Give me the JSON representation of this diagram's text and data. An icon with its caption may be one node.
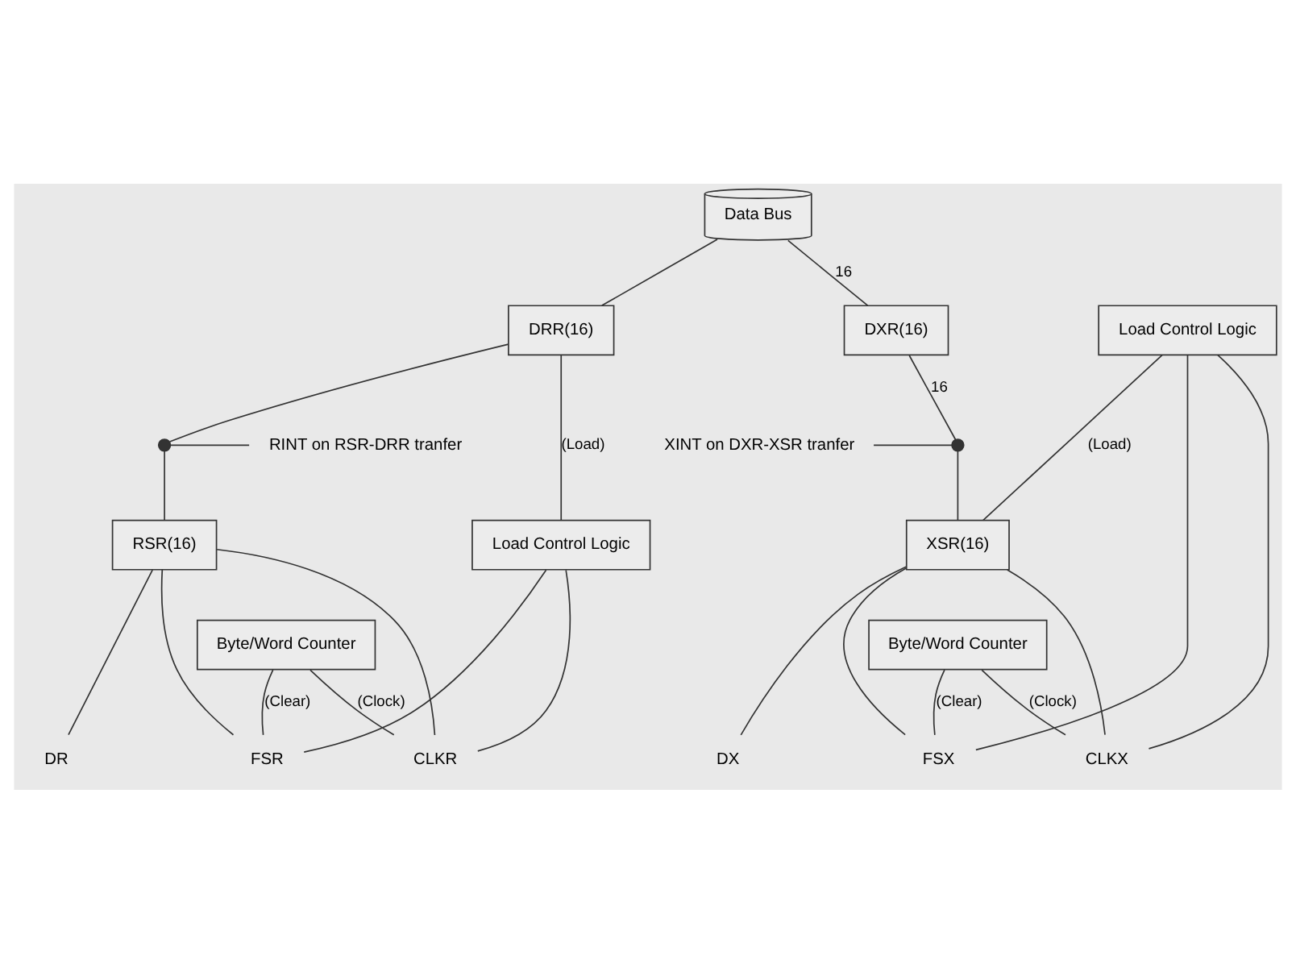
{
  "diagram": {
    "nodes": [
      {
        "text": [
          "Data Bus"
        ]
      },
      {
        "text": [
          "DRR(16)"
        ]
      },
      {
        "text": [
          "Load Control Logic"
        ]
      },
      {
        "text": [
          "DXR(16)"
        ]
      },
      {
        "text": [
          "RINT on RSR-DRR tranfer"
        ]
      },
      {
        "text": [],
        "shape": "circle"
      },
      {
        "text": [
          "Load Control Logic"
        ]
      },
      {
        "text": [
          "XINT on DXR-XSR tranfer"
        ]
      },
      {
        "text": [],
        "shape": "circle"
      },
      {
        "text": [
          "XSR(16)"
        ]
      },
      {
        "text": [
          "RSR(16)"
        ]
      },
      {
        "text": [
          "Byte/Word Counter"
        ]
      },
      {
        "text": [
          "Byte/Word Counter"
        ]
      },
      {
        "text": [
          "DR"
        ]
      },
      {
        "text": [
          "FSR"
        ]
      },
      {
        "text": [
          "CLKR"
        ]
      },
      {
        "text": [
          "FSX"
        ]
      },
      {
        "text": [
          "CLKX"
        ]
      },
      {
        "text": [
          "DX"
        ]
      }
    ],
    "edges": [
      {
        "from": 0,
        "to": 1,
        "arrow": "none"
      },
      {
        "from": 0,
        "to": 3,
        "arrow": "none",
        "label": "16"
      },
      {
        "from": 1,
        "to": 5,
        "arrow": "none"
      },
      {
        "from": 4,
        "to": 5,
        "arrow": "none"
      },
      {
        "from": 5,
        "to": 10,
        "arrow": "none"
      },
      {
        "from": 3,
        "to": 8,
        "arrow": "none",
        "label": "16"
      },
      {
        "from": 7,
        "to": 8,
        "arrow": "none"
      },
      {
        "from": 8,
        "to": 9,
        "arrow": "none"
      },
      {
        "from": 1,
        "to": 6,
        "arrow": "none",
        "label": "(Load)"
      },
      {
        "from": 2,
        "to": 9,
        "arrow": "none",
        "label": "(Load)"
      },
      {
        "from": 10,
        "to": 13,
        "arrow": "none"
      },
      {
        "from": 6,
        "to": 14,
        "arrow": "none"
      },
      {
        "from": 6,
        "to": 15,
        "arrow": "none"
      },
      {
        "from": 10,
        "to": 14,
        "arrow": "none"
      },
      {
        "from": 10,
        "to": 15,
        "arrow": "none"
      },
      {
        "from": 12,
        "to": 14,
        "arrow": "none",
        "label": "(Clear)"
      },
      {
        "from": 12,
        "to": 15,
        "arrow": "none",
        "label": "(Clock)"
      },
      {
        "from": 2,
        "to": 16,
        "arrow": "none"
      },
      {
        "from": 2,
        "to": 17,
        "arrow": "none"
      },
      {
        "from": 9,
        "to": 16,
        "arrow": "none"
      },
      {
        "from": 9,
        "to": 17,
        "arrow": "none"
      },
      {
        "from": 11,
        "to": 16,
        "arrow": "none",
        "label": "(Clear)"
      },
      {
        "from": 11,
        "to": 17,
        "arrow": "none",
        "label": "(Clock)"
      },
      {
        "from": 9,
        "to": 18,
        "arrow": "none"
      }
    ]
  }
}
